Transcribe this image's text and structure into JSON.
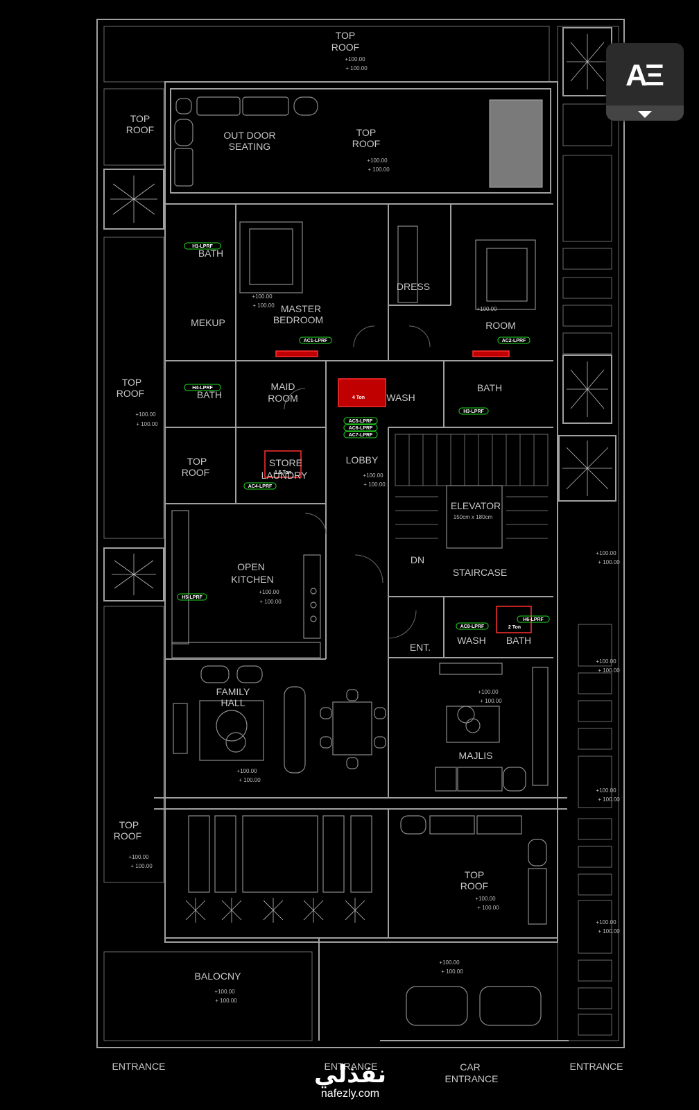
{
  "labels": {
    "top_roof_1": [
      "TOP",
      "ROOF"
    ],
    "top_roof_1_elev": [
      "+100.00",
      "+ 100.00"
    ],
    "top_roof_left_upper": [
      "TOP",
      "ROOF"
    ],
    "outdoor_seating": [
      "OUT DOOR",
      "SEATING"
    ],
    "top_roof_2": [
      "TOP",
      "ROOF"
    ],
    "top_roof_2_elev": [
      "+100.00",
      "+ 100.00"
    ],
    "bath_1": "BATH",
    "master_bedroom": [
      "MASTER",
      "BEDROOM"
    ],
    "master_elev": [
      "+100.00",
      "+ 100.00"
    ],
    "dress": "DRESS",
    "room": "ROOM",
    "room_elev": "+100.00",
    "mekup": "MEKUP",
    "top_roof_left_mid": [
      "TOP",
      "ROOF"
    ],
    "top_roof_left_mid_elev": [
      "+100.00",
      "+ 100.00"
    ],
    "bath_2": "BATH",
    "maid_room": [
      "MAID",
      "ROOM"
    ],
    "wash_1": "WASH",
    "bath_3": "BATH",
    "top_roof_3": [
      "TOP",
      "ROOF"
    ],
    "store_laundry": [
      "STORE",
      "LAUNDRY"
    ],
    "lobby": "LOBBY",
    "lobby_elev": [
      "+100.00",
      "+ 100.00"
    ],
    "elevator": [
      "ELEVATOR",
      "150cm x 180cm"
    ],
    "dn": "DN",
    "staircase": "STAIRCASE",
    "open_kitchen": [
      "OPEN",
      "KITCHEN"
    ],
    "kitchen_elev": [
      "+100.00",
      "+ 100.00"
    ],
    "ent": "ENT.",
    "wash_2": "WASH",
    "bath_4": "BATH",
    "family_hall": [
      "FAMILY",
      "HALL"
    ],
    "family_elev": [
      "+100.00",
      "+ 100.00"
    ],
    "majlis": "MAJLIS",
    "majlis_elev": [
      "+100.00",
      "+ 100.00"
    ],
    "top_roof_left_low": [
      "TOP",
      "ROOF"
    ],
    "top_roof_left_low_elev": [
      "+100.00",
      "+ 100.00"
    ],
    "top_roof_4": [
      "TOP",
      "ROOF"
    ],
    "top_roof_4_elev": [
      "+100.00",
      "+ 100.00"
    ],
    "balcony": "BALOCNY",
    "balcony_elev": [
      "+100.00",
      "+ 100.00"
    ],
    "parking_elev": [
      "+100.00",
      "+ 100.00"
    ],
    "right_elev_1": [
      "+100.00",
      "+ 100.00"
    ],
    "right_elev_2": [
      "+100.00",
      "+ 100.00"
    ],
    "right_elev_3": [
      "+100.00",
      "+ 100.00"
    ],
    "right_elev_4": [
      "+100.00",
      "+ 100.00"
    ],
    "entrance_1": "ENTRANCE",
    "entrance_2": "ENTRANCE",
    "car_entrance": [
      "CAR",
      "ENTRANCE"
    ],
    "entrance_3": "ENTRANCE"
  },
  "ac_units": {
    "unit_4ton": "4 Ton",
    "unit_15ton": "1.5 Ton",
    "unit_2ton": "2 Ton"
  },
  "tags": {
    "h1": "H1-LPRF",
    "ac1": "AC1-LPRF",
    "ac2": "AC2-LPRF",
    "h4": "H4-LPRF",
    "h3": "H3-LPRF",
    "ac5": "AC5-LPRF",
    "ac6": "AC6-LPRF",
    "ac7": "AC7-LPRF",
    "ac4": "AC4-LPRF",
    "h5": "H5-LPRF",
    "ac8": "AC8-LPRF",
    "h6": "H6-LPRF"
  },
  "app_badge": {
    "glyph": "AΞ"
  },
  "watermark": {
    "arabic": "نفذلي",
    "url": "nafezly.com"
  }
}
